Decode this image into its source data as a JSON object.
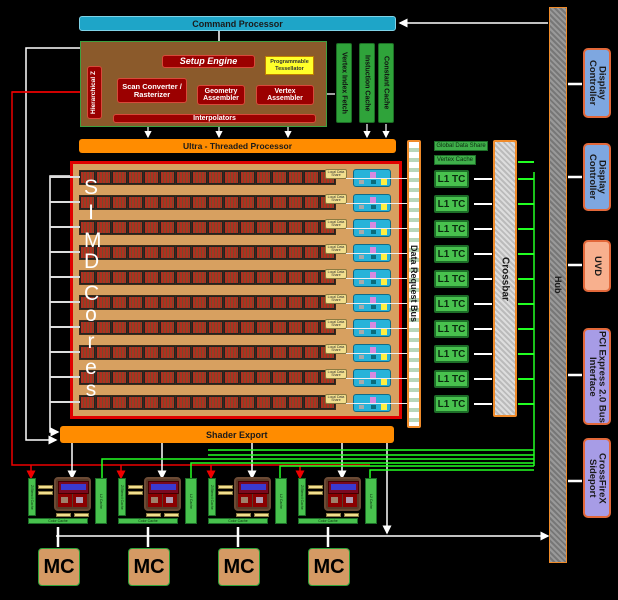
{
  "diagram": {
    "command_processor": "Command Processor",
    "frontend": {
      "setup_engine": "Setup Engine",
      "programmable_tessellator": "Programmable Tessellator",
      "hierarchical_z": "Hierarchical Z",
      "scan_converter": "Scan Converter / Rasterizer",
      "geometry_assembler": "Geometry Assembler",
      "vertex_assembler": "Vertex Assembler",
      "interpolators": "Interpolators"
    },
    "caches_top": {
      "vertex_index_fetch": "Vertex Index Fetch",
      "instruction_cache": "Instuction Cache",
      "constant_cache": "Constant Cache"
    },
    "ultra_threaded_processor": "Ultra - Threaded Processor",
    "simd_label_letters": [
      "S",
      "I",
      "M",
      "D",
      "C",
      "o",
      "r",
      "e",
      "s"
    ],
    "simd": {
      "rows": 10,
      "cores_per_row": 16,
      "local_data_share": "Local Data Share"
    },
    "data_request_bus": "Data Request Bus",
    "global_data_share": "Global Data Share",
    "vertex_cache": "Vertex Cache",
    "l1_tc": [
      "L1 TC",
      "L1 TC",
      "L1 TC",
      "L1 TC",
      "L1 TC",
      "L1 TC",
      "L1 TC",
      "L1 TC",
      "L1 TC",
      "L1 TC"
    ],
    "crossbar": "Crossbar",
    "hub": "Hub",
    "side_blocks": [
      {
        "label": "Display Controller",
        "color": "#7ea7e0"
      },
      {
        "label": "Display Controller",
        "color": "#7ea7e0"
      },
      {
        "label": "UVD",
        "color": "#f8b08e"
      },
      {
        "label": "PCI Express 2.0 Bus Interface",
        "color": "#a79ce6"
      },
      {
        "label": "CrossFireX Sideport",
        "color": "#a79ce6"
      }
    ],
    "shader_export": "Shader Export",
    "memory_partitions": [
      {
        "z_stencil": "Z/Stencil Cache",
        "l2": "L2 Cache",
        "color_cache": "Color Cache",
        "mc": "MC"
      },
      {
        "z_stencil": "Z/Stencil Cache",
        "l2": "L2 Cache",
        "color_cache": "Color Cache",
        "mc": "MC"
      },
      {
        "z_stencil": "Z/Stencil Cache",
        "l2": "L2 Cache",
        "color_cache": "Color Cache",
        "mc": "MC"
      },
      {
        "z_stencil": "Z/Stencil Cache",
        "l2": "L2 Cache",
        "color_cache": "Color Cache",
        "mc": "MC"
      }
    ]
  }
}
